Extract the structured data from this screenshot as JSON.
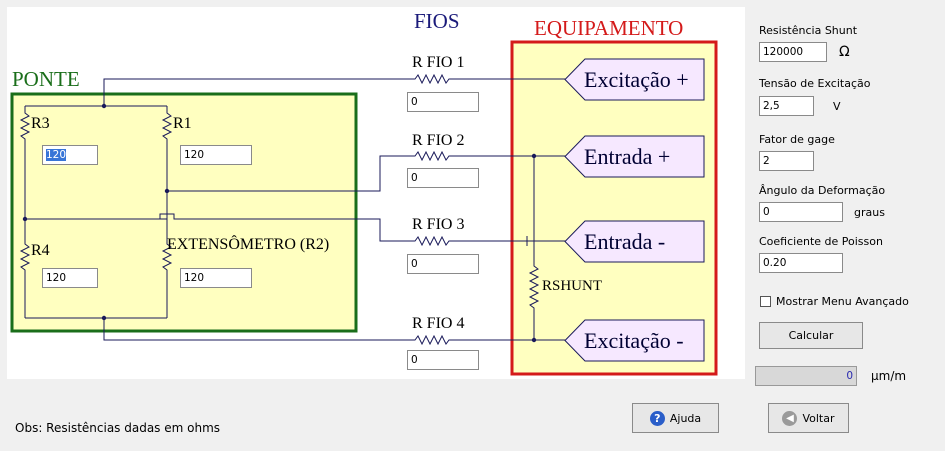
{
  "diagram": {
    "label_fios": "FIOS",
    "label_equipamento": "EQUIPAMENTO",
    "label_ponte": "PONTE",
    "r3": {
      "label": "R3",
      "value": "120"
    },
    "r1": {
      "label": "R1",
      "value": "120"
    },
    "r4": {
      "label": "R4",
      "value": "120"
    },
    "r2": {
      "label": "EXTENSÔMETRO (R2)",
      "value": "120"
    },
    "wire1": {
      "label": "R FIO 1",
      "value": "0"
    },
    "wire2": {
      "label": "R FIO 2",
      "value": "0"
    },
    "wire3": {
      "label": "R FIO 3",
      "value": "0"
    },
    "wire4": {
      "label": "R FIO 4",
      "value": "0"
    },
    "rshunt_label": "RSHUNT",
    "eq_exc_pos": "Excitação +",
    "eq_in_pos": "Entrada +",
    "eq_in_neg": "Entrada -",
    "eq_exc_neg": "Excitação -",
    "colors": {
      "ponte": "#1a6e1a",
      "equip": "#d41a1a",
      "fill": "#ffffc0",
      "eqfill": "#f6e8ff"
    }
  },
  "side": {
    "shunt_label": "Resistência Shunt",
    "shunt_value": "120000",
    "shunt_unit": "Ω",
    "voltage_label": "Tensão de Excitação",
    "voltage_value": "2,5",
    "voltage_unit": "V",
    "gage_label": "Fator de gage",
    "gage_value": "2",
    "angle_label": "Ângulo da Deformação",
    "angle_value": "0",
    "angle_unit": "graus",
    "poisson_label": "Coeficiente de Poisson",
    "poisson_value": "0.20",
    "advanced_label": "Mostrar Menu Avançado",
    "calc_label": "Calcular",
    "result_value": "0",
    "result_unit": "µm/m"
  },
  "footer": {
    "obs": "Obs: Resistências dadas em ohms",
    "help_label": "Ajuda",
    "back_label": "Voltar"
  }
}
